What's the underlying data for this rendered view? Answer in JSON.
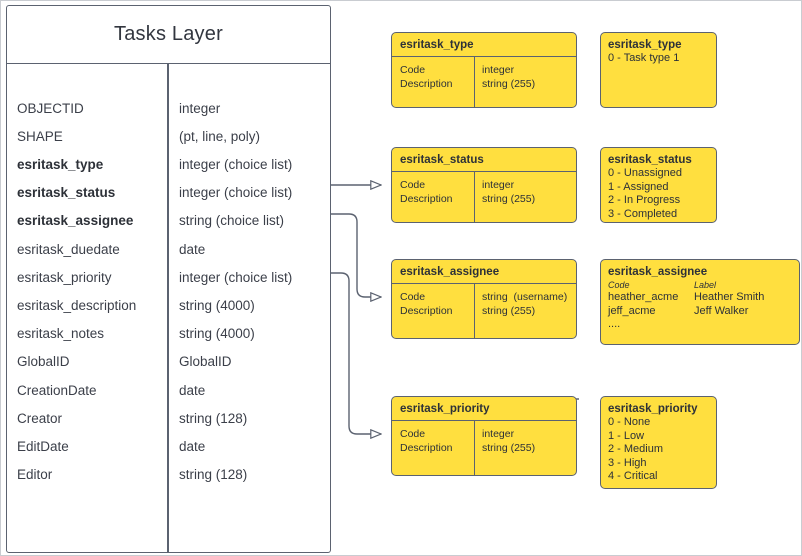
{
  "diagram": {
    "entity": {
      "title": "Tasks Layer",
      "fields": [
        {
          "name": "OBJECTID",
          "type": "integer",
          "bold": false
        },
        {
          "name": "SHAPE",
          "type": "(pt, line, poly)",
          "bold": false
        },
        {
          "name": "esritask_type",
          "type": "integer (choice list)",
          "bold": true
        },
        {
          "name": "esritask_status",
          "type": "integer (choice list)",
          "bold": true
        },
        {
          "name": "esritask_assignee",
          "type": "string (choice list)",
          "bold": true
        },
        {
          "name": "esritask_duedate",
          "type": "date",
          "bold": false
        },
        {
          "name": "esritask_priority",
          "type": "integer (choice list)",
          "bold": false
        },
        {
          "name": "esritask_description",
          "type": "string (4000)",
          "bold": false
        },
        {
          "name": "esritask_notes",
          "type": "string (4000)",
          "bold": false
        },
        {
          "name": "GlobalID",
          "type": "GlobalID",
          "bold": false
        },
        {
          "name": "CreationDate",
          "type": "date",
          "bold": false
        },
        {
          "name": "Creator",
          "type": "string (128)",
          "bold": false
        },
        {
          "name": "EditDate",
          "type": "date",
          "bold": false
        },
        {
          "name": "Editor",
          "type": "string (128)",
          "bold": false
        }
      ]
    },
    "domain_tables": [
      {
        "title": "esritask_type",
        "col_left": "Code\nDescription",
        "col_right": "integer\nstring (255)"
      },
      {
        "title": "esritask_status",
        "col_left": "Code\nDescription",
        "col_right": "integer\nstring (255)"
      },
      {
        "title": "esritask_assignee",
        "col_left": "Code\nDescription",
        "col_right": "string  (username)\nstring (255)"
      },
      {
        "title": "esritask_priority",
        "col_left": "Code\nDescription",
        "col_right": "integer\nstring (255)"
      }
    ],
    "value_lists": [
      {
        "title": "esritask_type",
        "values": [
          "0 - Task type 1"
        ]
      },
      {
        "title": "esritask_status",
        "values": [
          "0 - Unassigned",
          "1 - Assigned",
          "2 - In Progress",
          "3 - Completed"
        ]
      },
      {
        "title": "esritask_assignee",
        "head_code": "Code",
        "head_label": "Label",
        "pairs": [
          {
            "code": "heather_acme",
            "label": "Heather Smith"
          },
          {
            "code": "jeff_acme",
            "label": "Jeff Walker"
          },
          {
            "code": "....",
            "label": ""
          }
        ]
      },
      {
        "title": "esritask_priority",
        "values": [
          "0 - None",
          "1 - Low",
          "2 - Medium",
          "3 - High",
          "4 - Critical"
        ]
      }
    ],
    "colors": {
      "domain_fill": "#ffdf3f",
      "stroke": "#5b6270",
      "page_border": "#c9ccd1",
      "text": "#2d3138"
    }
  }
}
